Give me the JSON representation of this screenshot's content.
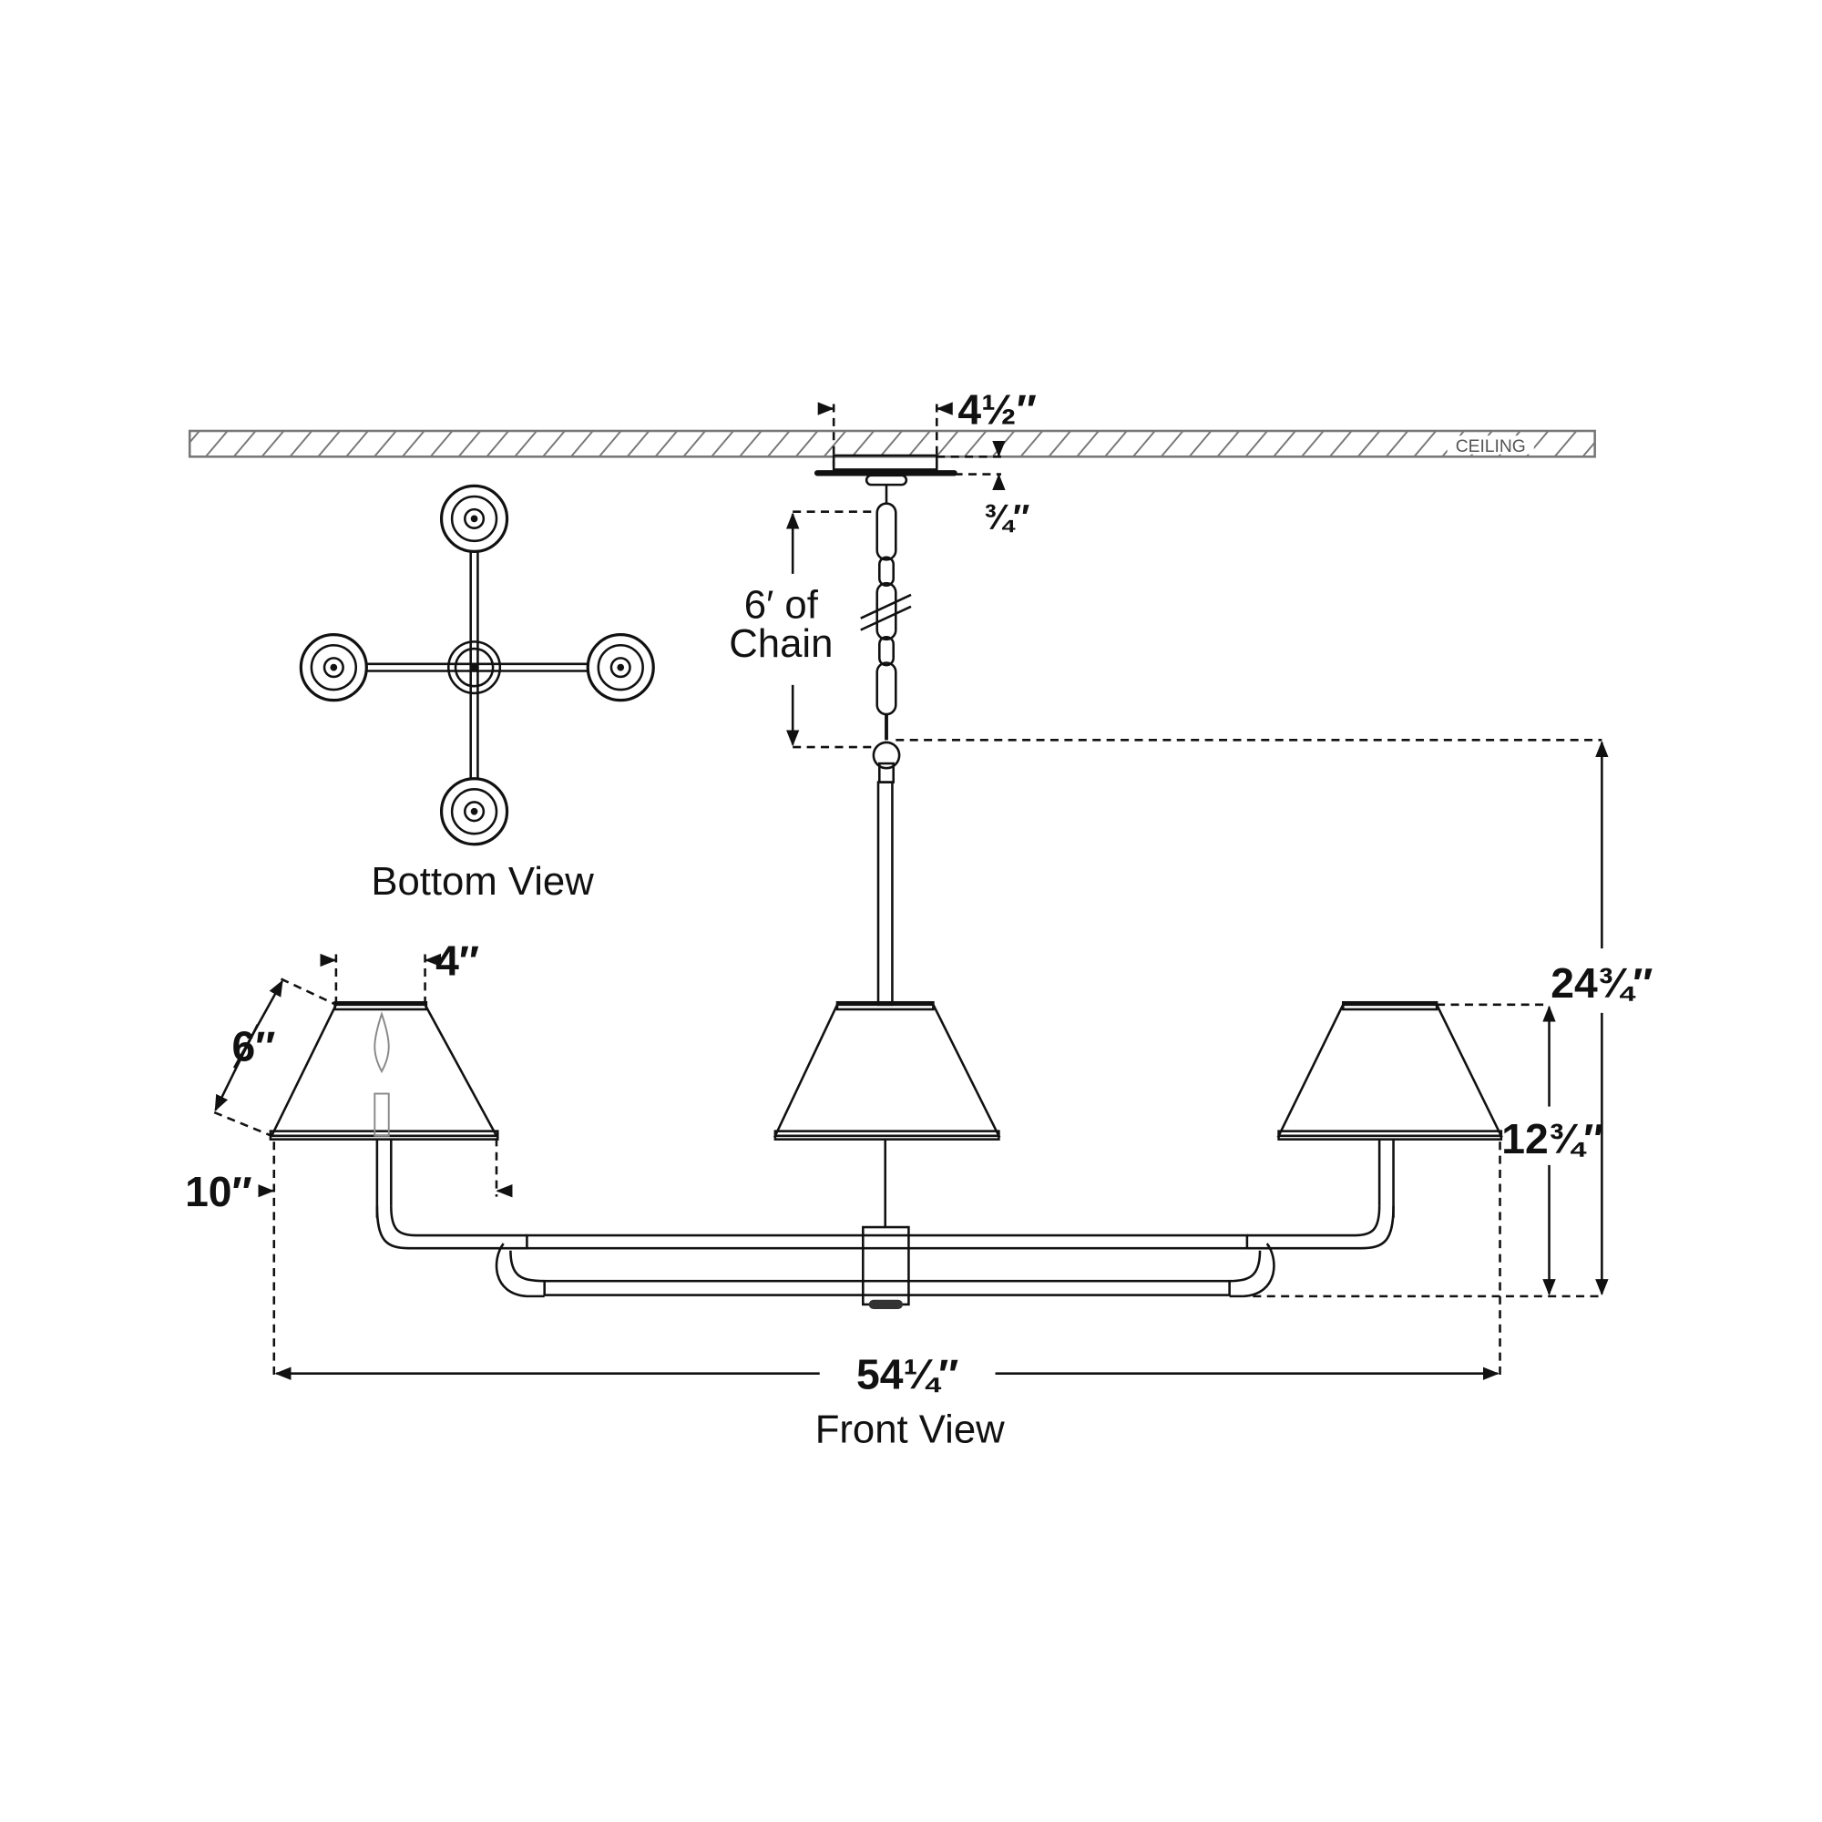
{
  "labels": {
    "ceiling": "CEILING",
    "canopy_width": "4½″",
    "canopy_height": "¾″",
    "chain_line1": "6′ of",
    "chain_line2": "Chain",
    "overall_height": "24¾″",
    "body_height": "12¾″",
    "overall_width": "54¼″",
    "shade_top": "4″",
    "shade_side": "6″",
    "shade_bottom": "10″",
    "bottom_view": "Bottom View",
    "front_view": "Front View"
  },
  "colors": {
    "line": "#111111",
    "hatch": "#777777",
    "background": "#ffffff"
  }
}
